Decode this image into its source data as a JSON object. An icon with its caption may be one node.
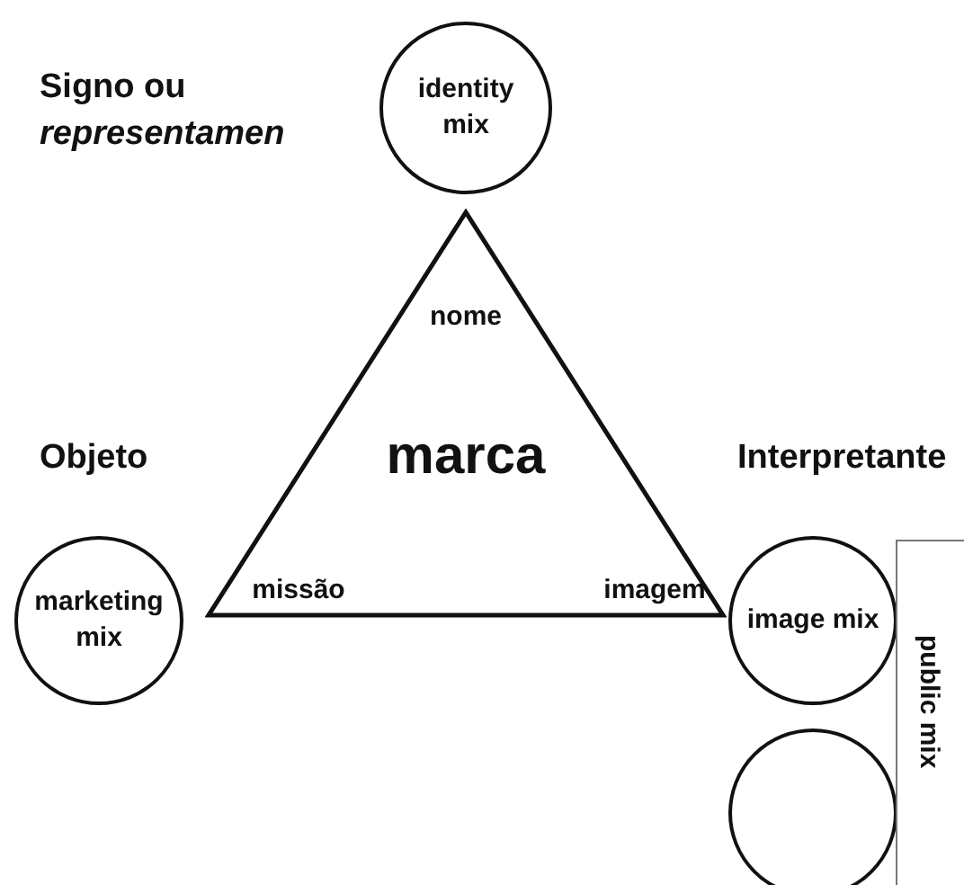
{
  "diagram": {
    "nodes": [
      {
        "text": [
          "identity mix"
        ]
      },
      {
        "text": [
          "marca",
          "nome",
          "missão",
          "imagem"
        ]
      },
      {
        "text": [
          "marketing mix"
        ]
      },
      {
        "text": [
          "image mix"
        ]
      },
      {
        "text": [],
        "shape": "circle"
      },
      {
        "text": [
          "public mix"
        ]
      }
    ],
    "labels": [
      "Signo ou *representamen*",
      "Objeto",
      "Interpretante"
    ]
  }
}
